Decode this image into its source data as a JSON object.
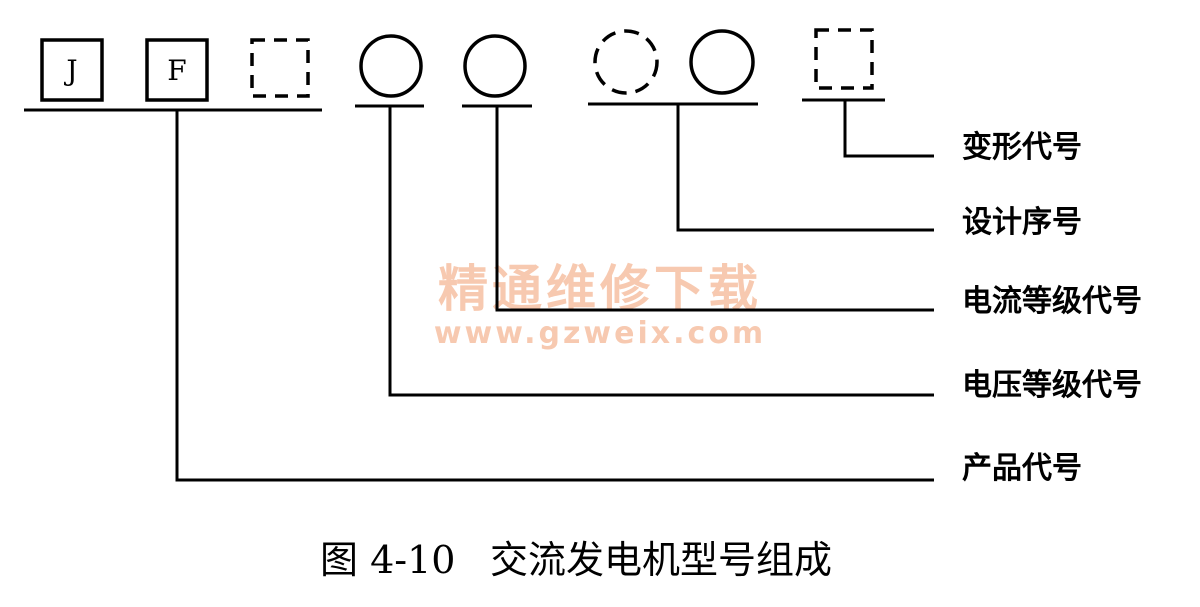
{
  "model_code": {
    "letter_1": "J",
    "letter_2": "F"
  },
  "labels": {
    "variant_code": "变形代号",
    "design_serial": "设计序号",
    "current_grade_code": "电流等级代号",
    "voltage_grade_code": "电压等级代号",
    "product_code": "产品代号"
  },
  "watermark": {
    "text": "精通维修下载",
    "url": "www.gzweix.com"
  },
  "caption": {
    "figure_number": "图 4-10",
    "title": "交流发电机型号组成"
  }
}
